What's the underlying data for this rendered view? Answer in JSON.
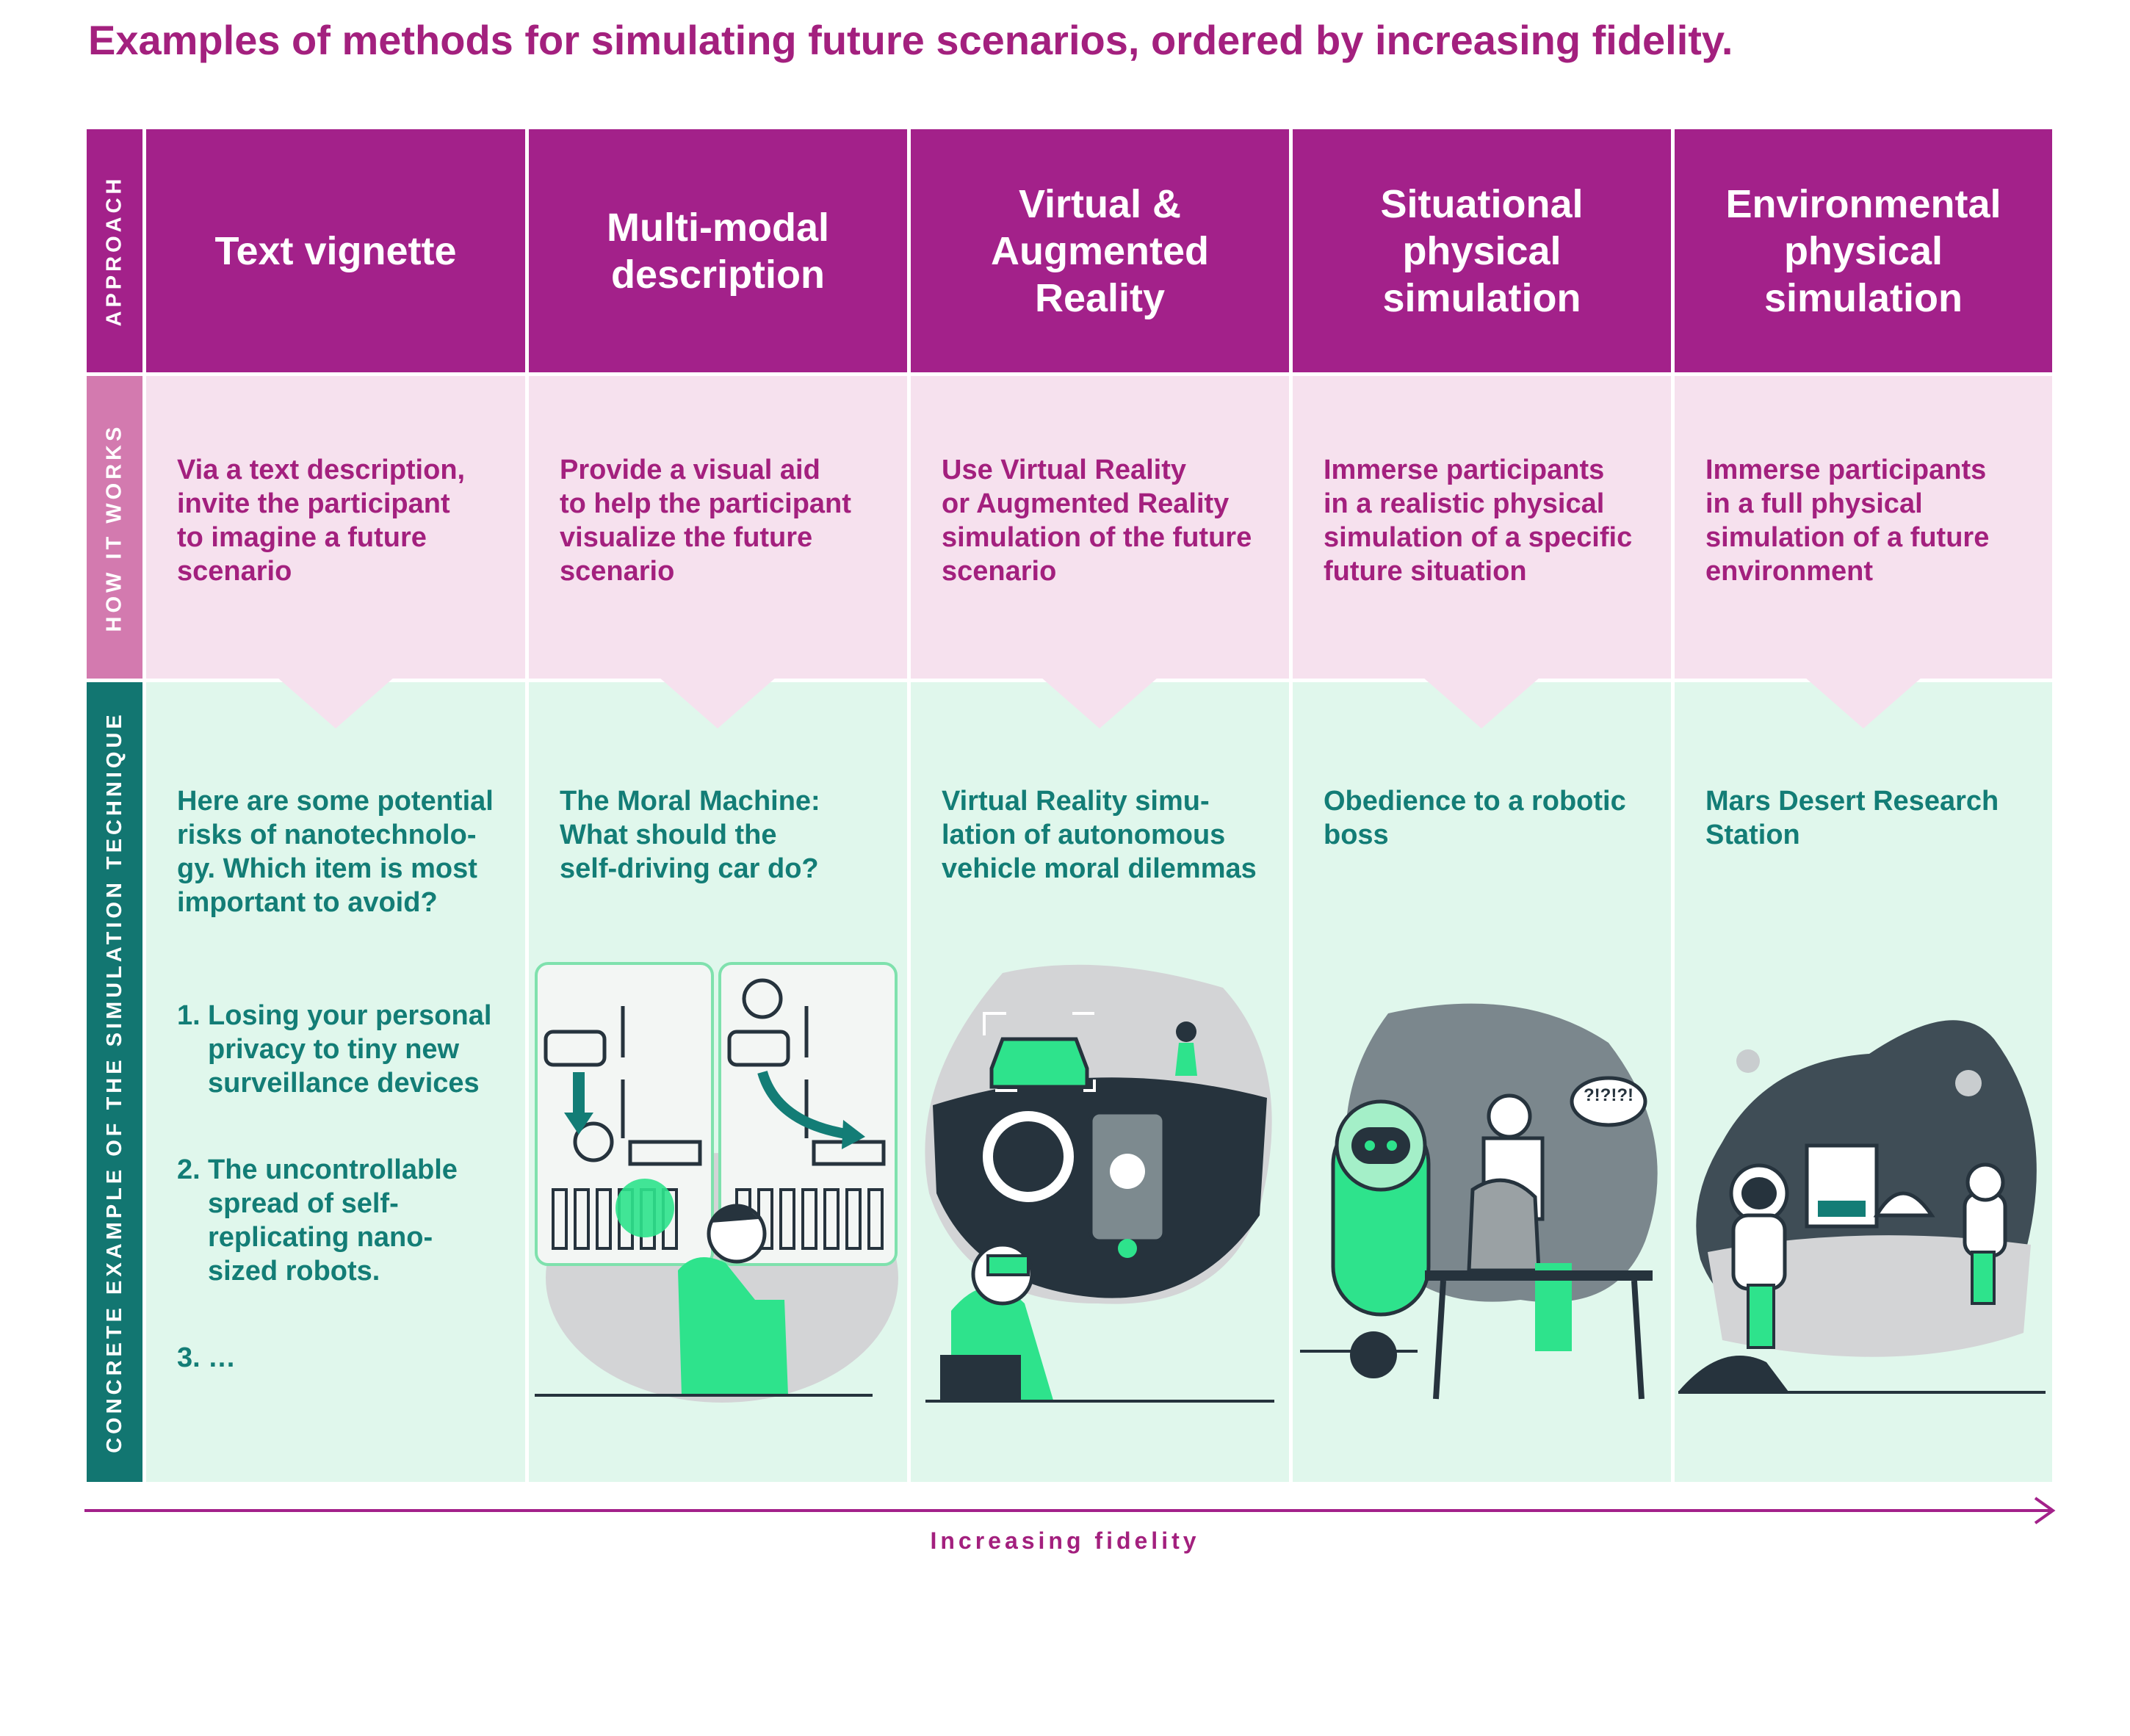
{
  "title": "Examples of methods for simulating future scenarios, ordered by increasing fidelity.",
  "row_labels": {
    "approach": "APPROACH",
    "how": "HOW IT WORKS",
    "example": "CONCRETE EXAMPLE OF THE SIMULATION TECHNIQUE"
  },
  "columns": [
    {
      "approach": "Text vignette",
      "how": "Via a text description,\ninvite the participant\nto imagine a future\nscenario",
      "example": "Here are some potential\nrisks of nanotechnolo-\ngy. Which item is most\nimportant to avoid?",
      "list": [
        {
          "num": "1.",
          "text": "Losing your personal\nprivacy to tiny new\nsurveillance devices"
        },
        {
          "num": "2.",
          "text": "The uncontrollable\nspread of self-\nreplicating nano-\nsized robots."
        },
        {
          "num": "3.",
          "text": "…"
        }
      ]
    },
    {
      "approach": "Multi-modal\ndescription",
      "how": "Provide a visual aid\nto help the participant\nvisualize the future\nscenario",
      "example": "The Moral Machine:\nWhat should the\nself-driving car do?",
      "illustration": "moral-machine-illustration"
    },
    {
      "approach": "Virtual &\nAugmented\nReality",
      "how": "Use Virtual Reality\nor Augmented Reality\nsimulation of the future\nscenario",
      "example": "Virtual Reality simu-\nlation of autonomous\nvehicle moral dilemmas",
      "illustration": "vr-driving-illustration"
    },
    {
      "approach": "Situational\nphysical\nsimulation",
      "how": "Immerse participants\nin a realistic physical\nsimulation of a specific\nfuture situation",
      "example": "Obedience to a robotic\nboss",
      "illustration": "robot-boss-illustration",
      "speech_bubble": "?!?!?!"
    },
    {
      "approach": "Environmental\nphysical\nsimulation",
      "how": "Immerse participants\nin a full physical\nsimulation of a future\nenvironment",
      "example": "Mars Desert Research\nStation",
      "illustration": "mars-station-illustration"
    }
  ],
  "axis": {
    "label": "Increasing fidelity"
  },
  "colors": {
    "magenta": "#a3218a",
    "pink": "#f6e1ee",
    "mint": "#e0f7ec",
    "teal": "#137d76",
    "green": "#2ee38c",
    "dark": "#26333d",
    "gray": "#d3d4d6"
  }
}
